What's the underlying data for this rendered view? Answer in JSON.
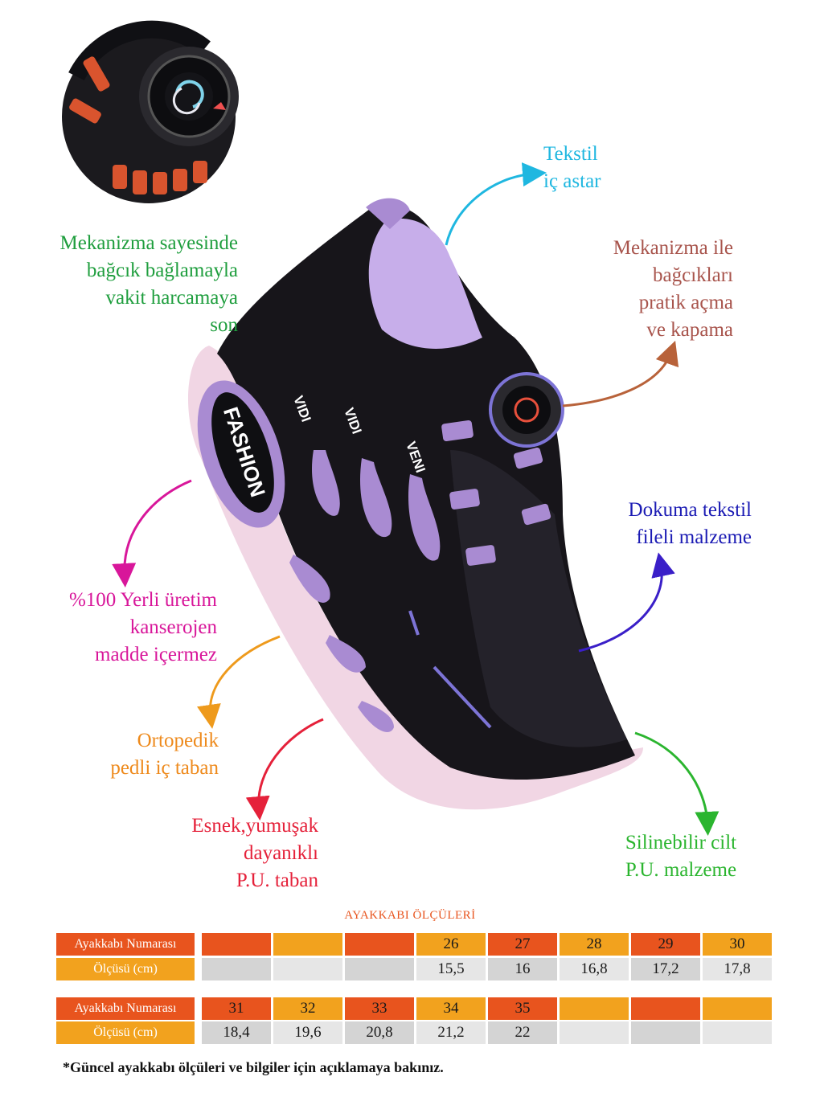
{
  "colors": {
    "orange_dark": "#E8541E",
    "orange_light": "#F2A21E",
    "gray_cell": "#D4D4D4",
    "gray_light": "#E6E6E6",
    "cyan": "#1FB7E0",
    "brown": "#A8544C",
    "green_dark": "#1F9E3E",
    "blue": "#1B1BB4",
    "magenta": "#D8169A",
    "orange_text": "#EE8A1C",
    "red": "#E5213A",
    "green": "#2BB52F",
    "shoe_black": "#17151A",
    "lilac": "#A98BD2",
    "sole_pink": "#F1D6E4"
  },
  "features": {
    "mechanism_time": {
      "lines": [
        "Mekanizma sayesinde",
        "bağcık bağlamayla",
        "vakit harcamaya",
        "son"
      ]
    },
    "textile_lining": {
      "lines": [
        "Tekstil",
        "iç astar"
      ]
    },
    "lace_mechanism": {
      "lines": [
        "Mekanizma ile",
        "bağcıkları",
        "pratik açma",
        "ve kapama"
      ]
    },
    "woven_mesh": {
      "lines": [
        "Dokuma tekstil",
        "fileli malzeme"
      ]
    },
    "local_production": {
      "lines": [
        "%100 Yerli üretim",
        "kanserojen",
        "madde içermez"
      ]
    },
    "orthopedic_insole": {
      "lines": [
        "Ortopedik",
        "pedli iç taban"
      ]
    },
    "pu_sole": {
      "lines": [
        "Esnek,yumuşak",
        "dayanıklı",
        "P.U. taban"
      ]
    },
    "pu_leather": {
      "lines": [
        "Silinebilir cilt",
        "P.U. malzeme"
      ]
    }
  },
  "shoe_print": {
    "fashion": "FASHION",
    "word1": "VIDI",
    "word2": "VIDI",
    "word3": "VENI"
  },
  "size_table": {
    "title": "AYAKKABI ÖLÇÜLERİ",
    "size_label": "Ayakkabı Numarası",
    "measure_label": "Ölçüsü (cm)",
    "block1": {
      "sizes": [
        "",
        "",
        "",
        "26",
        "27",
        "28",
        "29",
        "30"
      ],
      "measures": [
        "",
        "",
        "",
        "15,5",
        "16",
        "16,8",
        "17,2",
        "17,8"
      ]
    },
    "block2": {
      "sizes": [
        "31",
        "32",
        "33",
        "34",
        "35",
        "",
        "",
        ""
      ],
      "measures": [
        "18,4",
        "19,6",
        "20,8",
        "21,2",
        "22",
        "",
        "",
        ""
      ]
    }
  },
  "footnote": "*Güncel ayakkabı ölçüleri ve bilgiler için açıklamaya bakınız."
}
